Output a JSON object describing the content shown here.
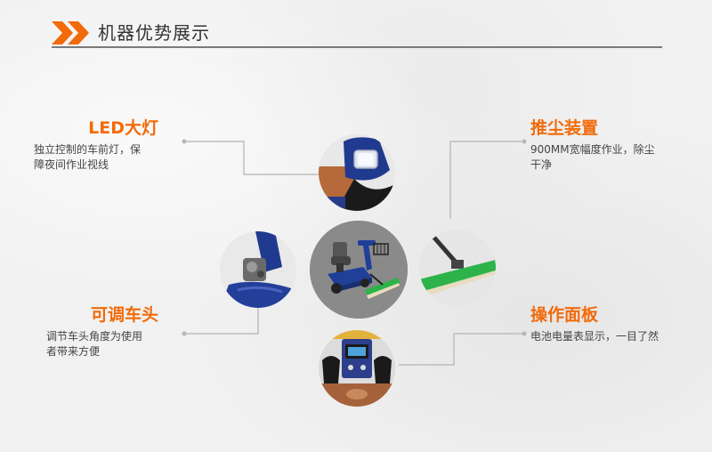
{
  "header": {
    "title": "机器优势展示",
    "icon": "double-chevron-right-icon",
    "accent_color": "#f26b0a"
  },
  "features": {
    "led": {
      "title": "LED大灯",
      "desc_line1": "独立控制的车前灯，保",
      "desc_line2": "障夜间作业视线"
    },
    "dust": {
      "title": "推尘装置",
      "desc_line1": "900MM宽幅度作业，除尘",
      "desc_line2": "干净"
    },
    "head": {
      "title": "可调车头",
      "desc_line1": "调节车头角度为使用",
      "desc_line2": "者带来方便"
    },
    "panel": {
      "title": "操作面板",
      "desc_line1": "电池电量表显示，一目了然"
    }
  },
  "colors": {
    "title_orange": "#f26b0a",
    "line_gray": "#b8b8b8",
    "machine_blue": "#1f3f99",
    "mop_green": "#2db34a"
  }
}
